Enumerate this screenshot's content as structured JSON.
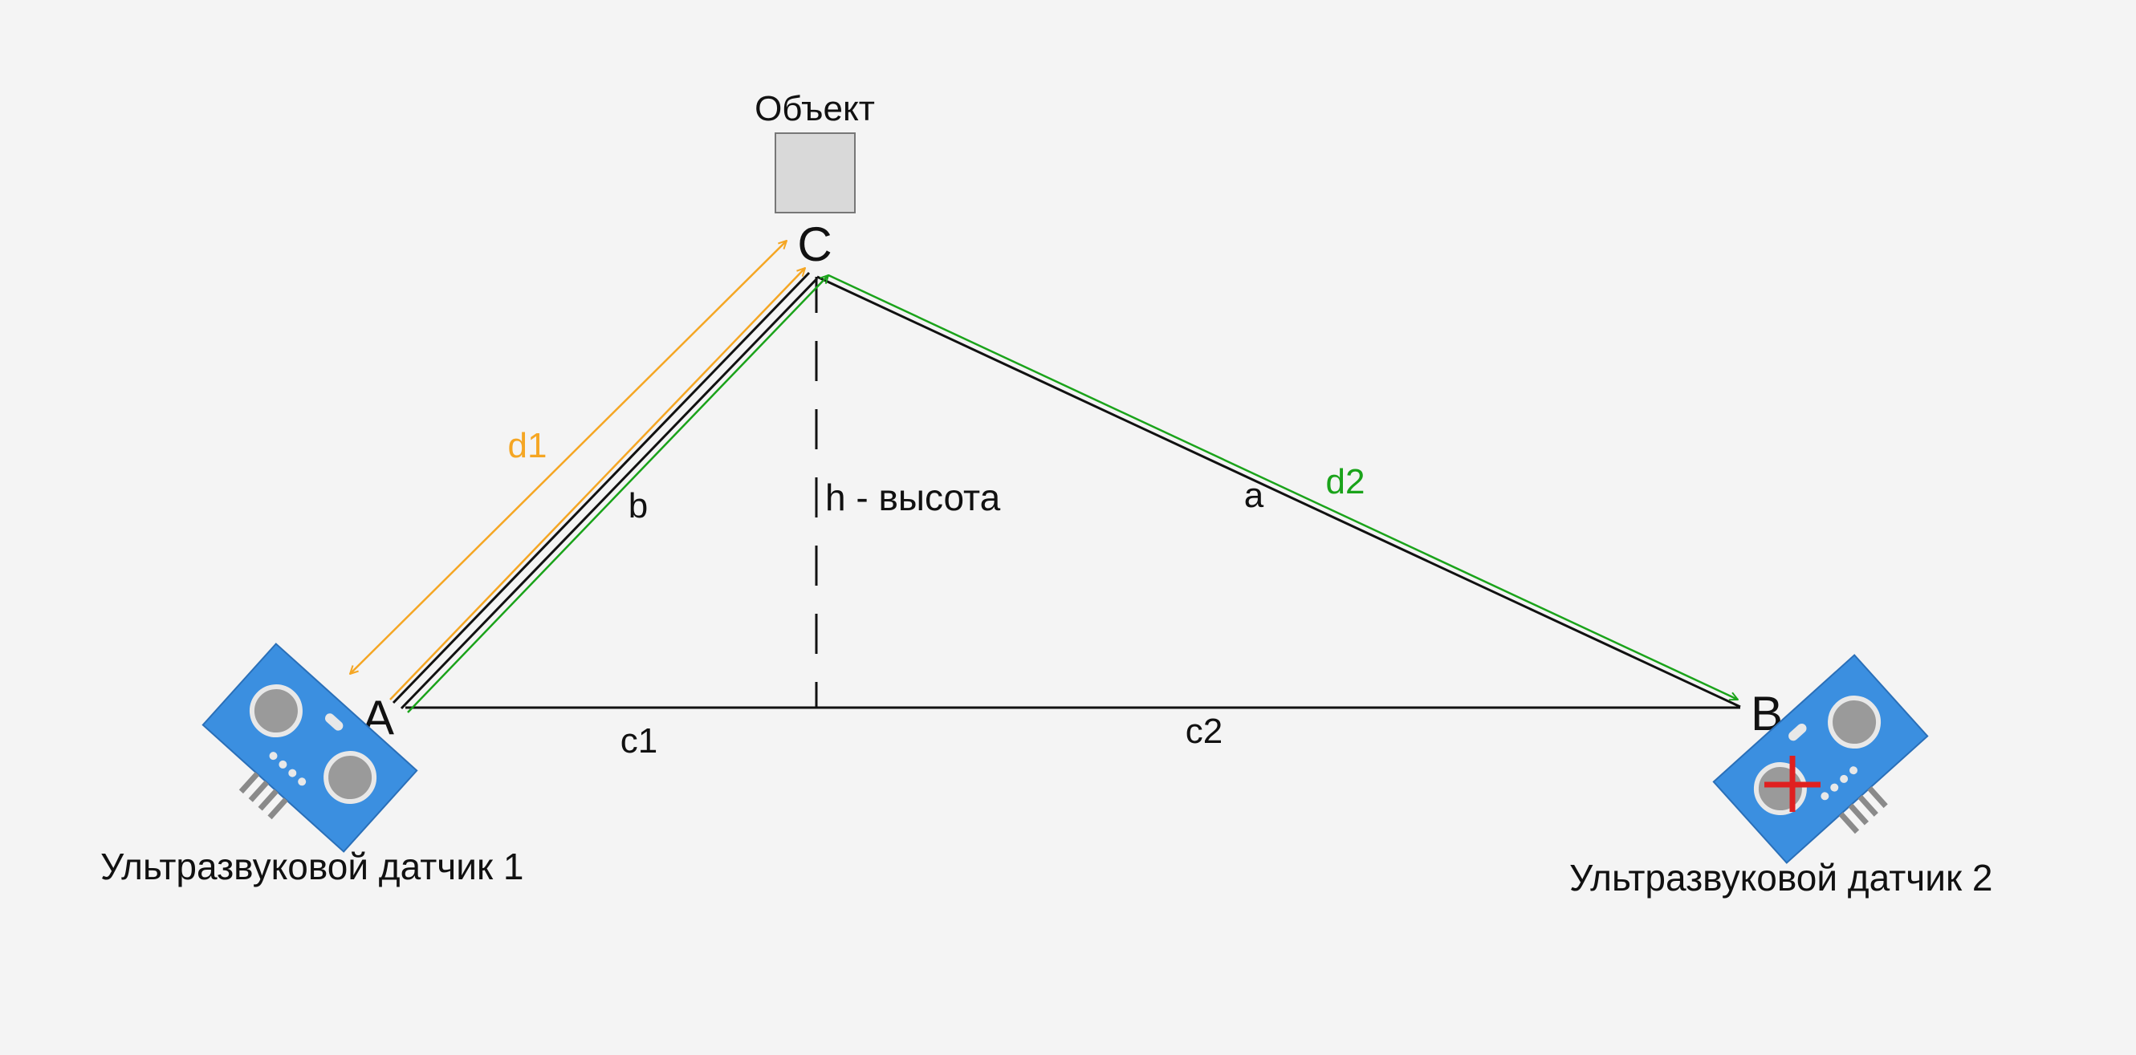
{
  "object_label": "Объект",
  "vertices": {
    "a": "A",
    "b": "B",
    "c": "C"
  },
  "sides": {
    "a": "a",
    "b": "b",
    "c1": "c1",
    "c2": "c2"
  },
  "height_label": "h - высота",
  "distances": {
    "d1": "d1",
    "d2": "d2"
  },
  "sensors": {
    "sensor1_label": "Ультразвуковой датчик 1",
    "sensor2_label": "Ультразвуковой датчик 2"
  },
  "colors": {
    "background": "#f4f4f4",
    "triangle": "#111111",
    "d1": "#f5a623",
    "d2": "#1aa31a",
    "sensor_board": "#3b8fe0",
    "transducer": "#9a9a9a",
    "target_mark": "#e02020",
    "object_fill": "#d9d9d9"
  }
}
